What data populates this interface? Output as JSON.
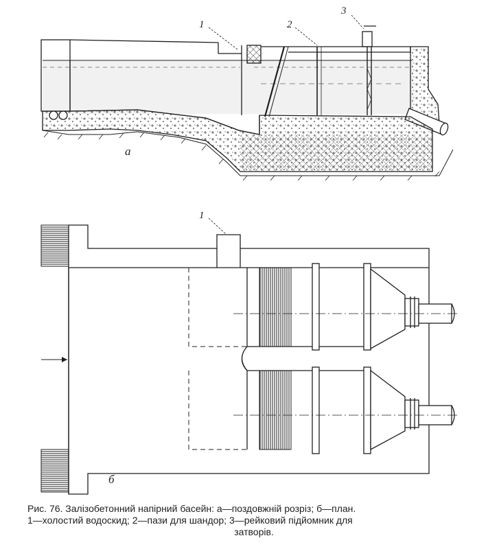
{
  "figure": {
    "section_label": "а",
    "plan_label": "б",
    "callouts": {
      "section_1": "1",
      "section_2": "2",
      "section_3": "3",
      "plan_1": "1"
    }
  },
  "caption": {
    "line1": "Рис. 76. Залізобетонний напірний басейн: а—поздовжній розріз; б—план.",
    "line2": "1—холостий водоскид; 2—пази для шандор; 3—рейковий підйомник для",
    "line3": "затворів."
  },
  "colors": {
    "ink": "#1e1e1e",
    "paper": "#ffffff",
    "water": "#efefef",
    "concrete_speckle": "#3a3a3a"
  }
}
